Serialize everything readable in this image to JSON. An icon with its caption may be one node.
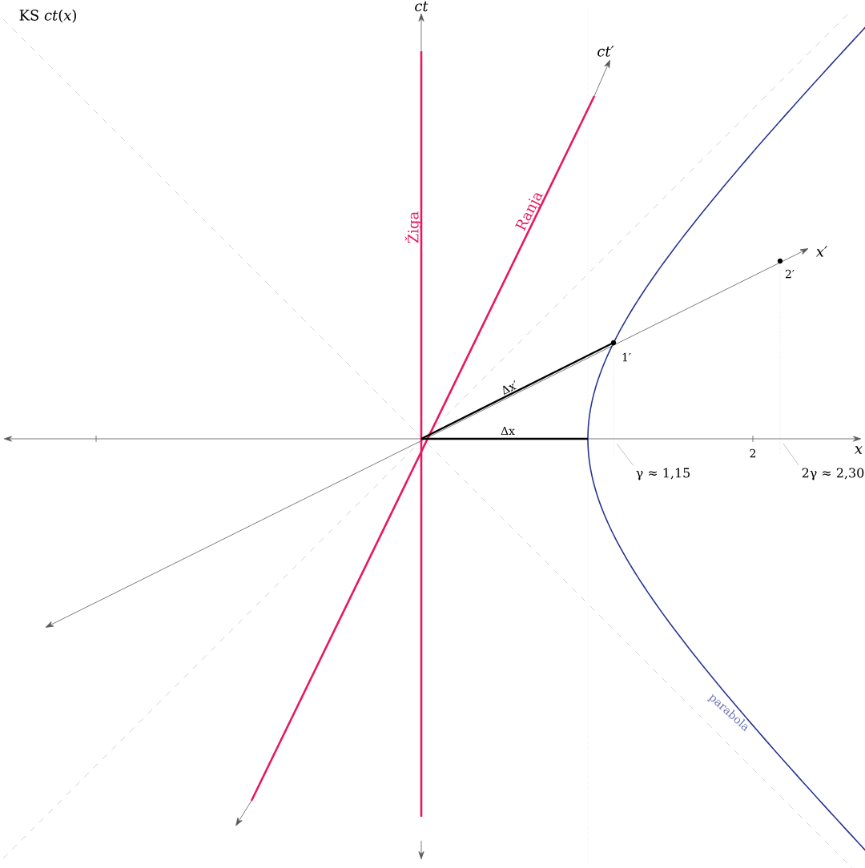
{
  "diagram": {
    "nodes": [
      {
        "text": [
          "γ ≈ 1,15"
        ]
      },
      {
        "text": [
          "2γ ≈ 2,30"
        ]
      }
    ],
    "edges": [
      {
        "from": 0,
        "to": null,
        "arrow": "none"
      },
      {
        "from": 1,
        "to": null,
        "arrow": "none"
      }
    ],
    "labels": [
      "KS *ct*(*x*)",
      "ct",
      "ct′",
      "Žiga",
      "Ranja",
      "x′",
      "2′",
      "1′",
      "Δx′",
      "Δx",
      "2",
      "x",
      "parabola"
    ]
  }
}
